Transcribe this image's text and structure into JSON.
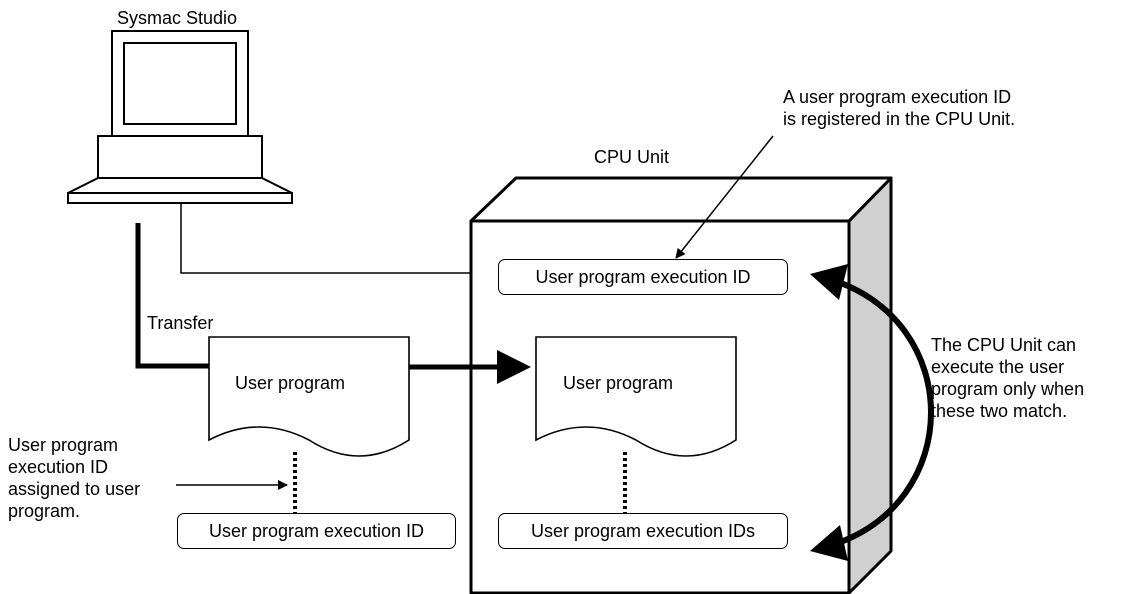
{
  "labels": {
    "sysmac_studio": "Sysmac Studio",
    "cpu_unit": "CPU Unit",
    "registered_note": "A user program execution ID\nis registered in the CPU Unit.",
    "transfer": "Transfer",
    "assigned_note": "User program\nexecution ID\nassigned to user\nprogram.",
    "match_note": "The CPU Unit can\nexecute the user\nprogram only when\nthese two match."
  },
  "boxes": {
    "cpu_registered_id": "User program execution ID",
    "pc_program_id": "User program execution ID",
    "cpu_program_ids": "User program execution IDs"
  },
  "documents": {
    "pc_program": "User program",
    "cpu_program": "User program"
  },
  "colors": {
    "stroke": "#000000",
    "cpu_side_face": "#d0d0d0",
    "background": "#ffffff"
  }
}
